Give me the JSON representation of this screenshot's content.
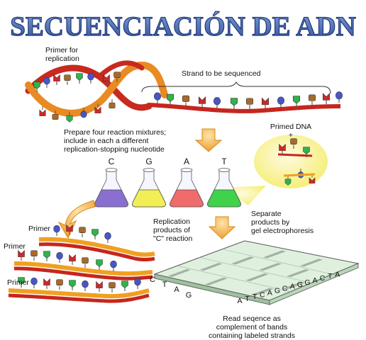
{
  "title": "SECUENCIACIÓN DE ADN",
  "labels": {
    "primer_for_replication": "Primer for\nreplication",
    "strand_to_be_sequenced": "Strand to be sequenced",
    "prepare_mixtures": "Prepare four reaction mixtures;\ninclude in each a different\nreplication-stopping nucleotide",
    "primed_dna": "Primed DNA\n+",
    "replication_products": "Replication\nproducts of\n\"C\" reaction",
    "separate_products": "Separate\nproducts by\ngel electrophoresis",
    "read_sequence": "Read seqence as\ncomplement of bands\ncontaining labeled strands",
    "primer_1": "Primer",
    "primer_2": "Primer",
    "primer_3": "Primer"
  },
  "flasks": [
    {
      "letter": "C",
      "color": "#8a6fd0"
    },
    {
      "letter": "G",
      "color": "#f2ee55"
    },
    {
      "letter": "A",
      "color": "#f06b6b"
    },
    {
      "letter": "T",
      "color": "#3fd24a"
    }
  ],
  "gel_lane_letters": [
    "C",
    "T",
    "A",
    "G"
  ],
  "read_sequence_text": [
    "A",
    "T",
    "T",
    "C",
    "A",
    "G",
    "C",
    "A",
    "G",
    "G",
    "A",
    "C",
    "T",
    "A"
  ],
  "colors": {
    "helix_orange": "#e98a22",
    "helix_red": "#c72a1e",
    "strand_orange": "#f0a020",
    "strand_red": "#c6261d",
    "arrow_orange": "#f2a733",
    "bubble_yellow": "#f8f48a",
    "gel_green": "#dff0df",
    "base_green": "#2fb34a",
    "base_blue": "#4a55c8",
    "base_red": "#d02828",
    "base_brown": "#a86a2a",
    "title_blue": "#4a6fb8"
  }
}
